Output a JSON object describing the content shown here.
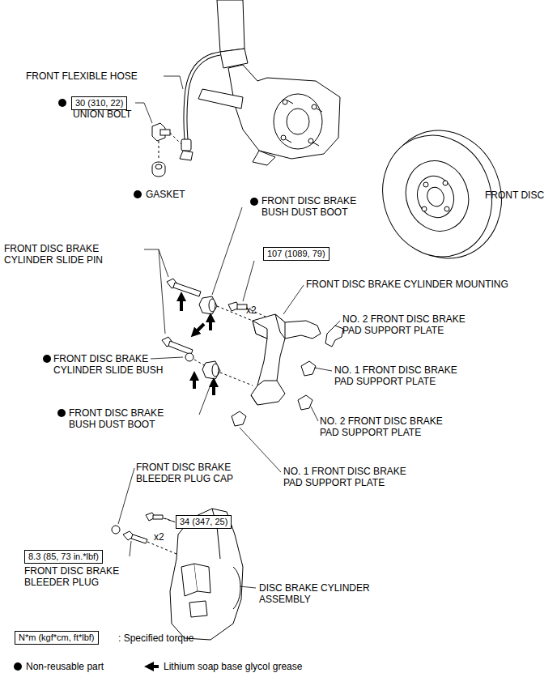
{
  "diagram": {
    "nodes": [
      {
        "text": [
          "30 (310, 22)"
        ]
      },
      {
        "text": [
          "107 (1089, 79)"
        ]
      },
      {
        "text": [
          "34 (347, 25)"
        ]
      },
      {
        "text": [
          "8.3 (85, 73 in.*lbf)"
        ]
      },
      {
        "text": [
          "N*m (kgf*cm, ft*lbf)"
        ]
      }
    ],
    "labels": [
      "FRONT FLEXIBLE HOSE",
      "UNION BOLT",
      "GASKET",
      "FRONT DISC",
      "FRONT DISC BRAKE BUSH DUST BOOT",
      "FRONT DISC BRAKE CYLINDER SLIDE PIN",
      "x2",
      "FRONT DISC BRAKE CYLINDER MOUNTING",
      "NO. 2 FRONT DISC BRAKE PAD SUPPORT PLATE",
      "FRONT DISC BRAKE CYLINDER SLIDE BUSH",
      "NO. 1 FRONT DISC BRAKE PAD SUPPORT PLATE",
      "NO. 2 FRONT DISC BRAKE PAD SUPPORT PLATE",
      "FRONT DISC BRAKE BUSH DUST BOOT",
      "NO. 1 FRONT DISC BRAKE PAD SUPPORT PLATE",
      "FRONT DISC BRAKE BLEEDER PLUG CAP",
      "x2",
      "FRONT DISC BRAKE BLEEDER PLUG",
      "DISC BRAKE CYLINDER ASSEMBLY"
    ],
    "legend": [
      {
        "text": ": Specified torque"
      },
      {
        "text": "Non-reusable part"
      },
      {
        "text": "Lithium soap base glycol grease"
      }
    ]
  }
}
